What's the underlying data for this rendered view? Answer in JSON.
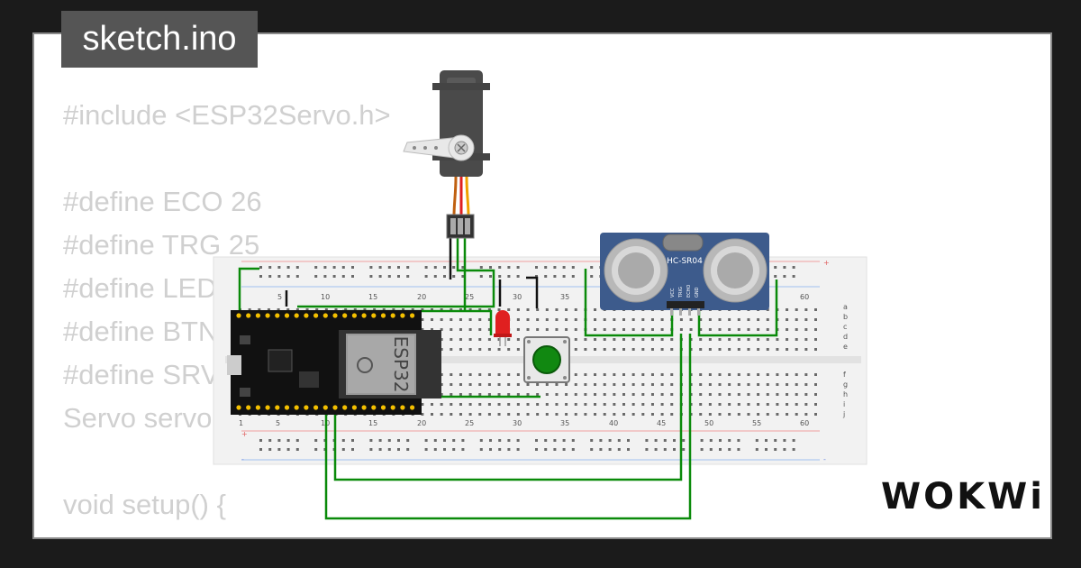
{
  "tab": {
    "title": "sketch.ino"
  },
  "code_lines": [
    "#include <ESP32Servo.h>",
    "",
    "#define ECO 26",
    "#define TRG 25",
    "#define LED",
    "#define BTN",
    "#define SRV",
    "Servo servo",
    "",
    "void setup() {"
  ],
  "logo": {
    "text": "WOKWi"
  },
  "breadboard": {
    "column_numbers_top": [
      "5",
      "10",
      "15",
      "20",
      "25",
      "30",
      "35",
      "60"
    ],
    "column_numbers_bottom": [
      "1",
      "5",
      "10",
      "15",
      "20",
      "25",
      "30",
      "35",
      "40",
      "45",
      "50",
      "55",
      "60"
    ],
    "row_letters_top": [
      "a",
      "b",
      "c",
      "d",
      "e"
    ],
    "row_letters_bottom": [
      "f",
      "g",
      "h",
      "i",
      "j"
    ],
    "rail_plus": "+",
    "rail_minus": "-"
  },
  "esp32": {
    "chip_label": "ESP32"
  },
  "ultrasonic": {
    "model": "HC-SR04",
    "pins": [
      "VCC",
      "TRIG",
      "ECHO",
      "GND"
    ]
  },
  "colors": {
    "wire": "#0a8a0a",
    "wire_black": "#111111",
    "led": "#e02020",
    "button": "#118811",
    "sensor": "#3d5b8c"
  }
}
